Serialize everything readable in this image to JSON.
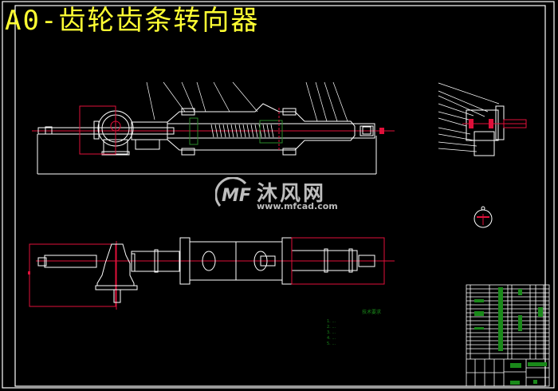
{
  "drawing": {
    "title": "A0-齿轮齿条转向器",
    "watermark": {
      "logo_text": "MF",
      "name": "沐风网",
      "url": "www.mfcad.com"
    },
    "colors": {
      "background": "#000000",
      "title": "#ffff33",
      "outline": "#ffffff",
      "centerline": "#e0103a",
      "table_text": "#1a8a1a",
      "watermark": "#bdbdbd"
    },
    "views": [
      {
        "id": "main-section-view",
        "description": "longitudinal section of rack housing"
      },
      {
        "id": "pinion-side-view",
        "description": "pinion housing section"
      },
      {
        "id": "detail-circle-view",
        "description": "circular detail"
      },
      {
        "id": "exterior-view",
        "description": "exterior elevation"
      }
    ],
    "tech_notes": {
      "heading": "技术要求",
      "lines": [
        "1. ...",
        "2. ...",
        "3. ...",
        "4. ...",
        "5. ..."
      ]
    },
    "title_block": {
      "drawing_name": "转向器",
      "label": "齿轮齿条转向器"
    }
  }
}
